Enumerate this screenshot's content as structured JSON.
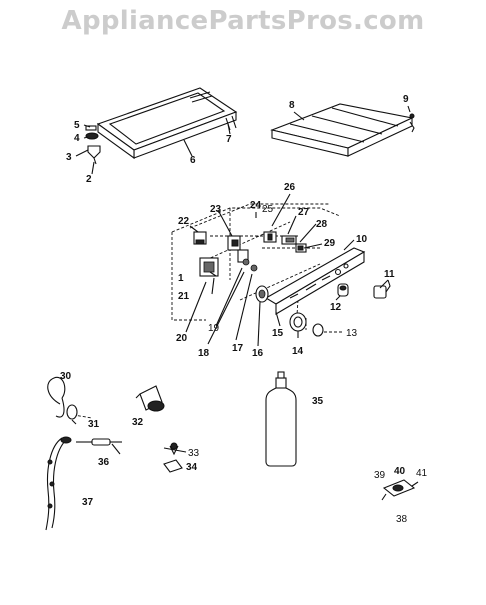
{
  "watermark": "AppliancePartsPros.com",
  "callouts": {
    "c1": "1",
    "c2": "2",
    "c3": "3",
    "c4": "4",
    "c5": "5",
    "c6": "6",
    "c7": "7",
    "c8": "8",
    "c9": "9",
    "c10": "10",
    "c11": "11",
    "c12": "12",
    "c13": "13",
    "c14": "14",
    "c15": "15",
    "c16": "16",
    "c17": "17",
    "c18": "18",
    "c19": "19",
    "c20": "20",
    "c21": "21",
    "c22": "22",
    "c23": "23",
    "c24": "24",
    "c25": "25",
    "c26": "26",
    "c27": "27",
    "c28": "28",
    "c29": "29",
    "c30": "30",
    "c31": "31",
    "c32": "32",
    "c33": "33",
    "c34": "34",
    "c35": "35",
    "c36": "36",
    "c37": "37",
    "c38": "38",
    "c39": "39",
    "c40": "40",
    "c41": "41"
  },
  "parts": {
    "top_lid": "lid-assembly",
    "control_panel": "control-panel",
    "bottle": "bottle",
    "wire_harness": "wire-harness"
  }
}
